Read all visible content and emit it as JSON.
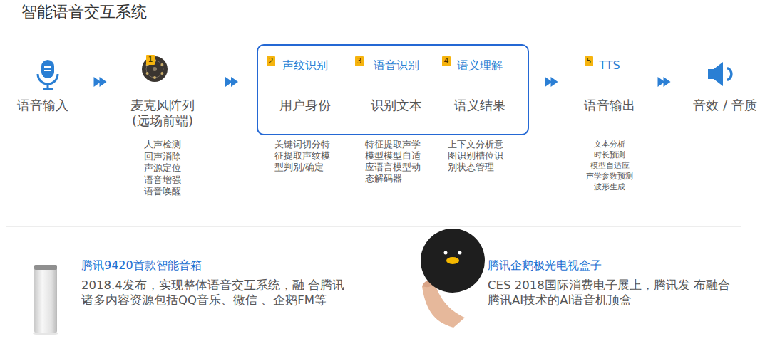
{
  "diagram": {
    "title": "智能语音交互系统",
    "nodes": [
      {
        "text": [
          "语音输入"
        ]
      },
      {
        "text": [
          "麦克风阵列 (远场前端)",
          "人声检测 回声消除 声源定位 语音增强 语音唤醒"
        ]
      },
      {
        "text": []
      },
      {
        "text": [
          "声纹识别",
          "用户身份"
        ],
        "in": 2
      },
      {
        "text": [
          "语音识别",
          "识别文本"
        ],
        "in": 2
      },
      {
        "text": [
          "语义理解",
          "语义结果"
        ],
        "in": 2
      },
      {
        "text": [
          "TTS",
          "语音输出",
          "文本分析 时长预测 模型自适应 声学参数预测 波形生成"
        ]
      },
      {
        "text": [
          "音效 / 音质"
        ]
      },
      {
        "text": [
          "腾讯9420首款智能音箱",
          "2018.4发布，实现整体语音交互系统，融 合腾讯诸多内容资源包括QQ音乐、微信 、企鹅FM等"
        ]
      },
      {
        "text": [
          "腾讯企鹅极光电视盒子",
          "CES 2018国际消费电子展上，腾讯发 布融合腾讯AI技术的AI语音机顶盒"
        ]
      }
    ],
    "edges": [
      {
        "from": 0,
        "to": 1,
        "arrow": "to"
      },
      {
        "from": 1,
        "to": 2,
        "arrow": "to"
      },
      {
        "from": 2,
        "to": 6,
        "arrow": "to"
      },
      {
        "from": 6,
        "to": 7,
        "arrow": "to"
      }
    ],
    "labels": [
      "1",
      "2",
      "3",
      "4",
      "5",
      "关键词切分特 征提取声纹模 型判别/确定",
      "特征提取声学 模型模型自适 应语言模型动 态解码器",
      "上下文分析意 图识别槽位识 别状态管理"
    ]
  }
}
